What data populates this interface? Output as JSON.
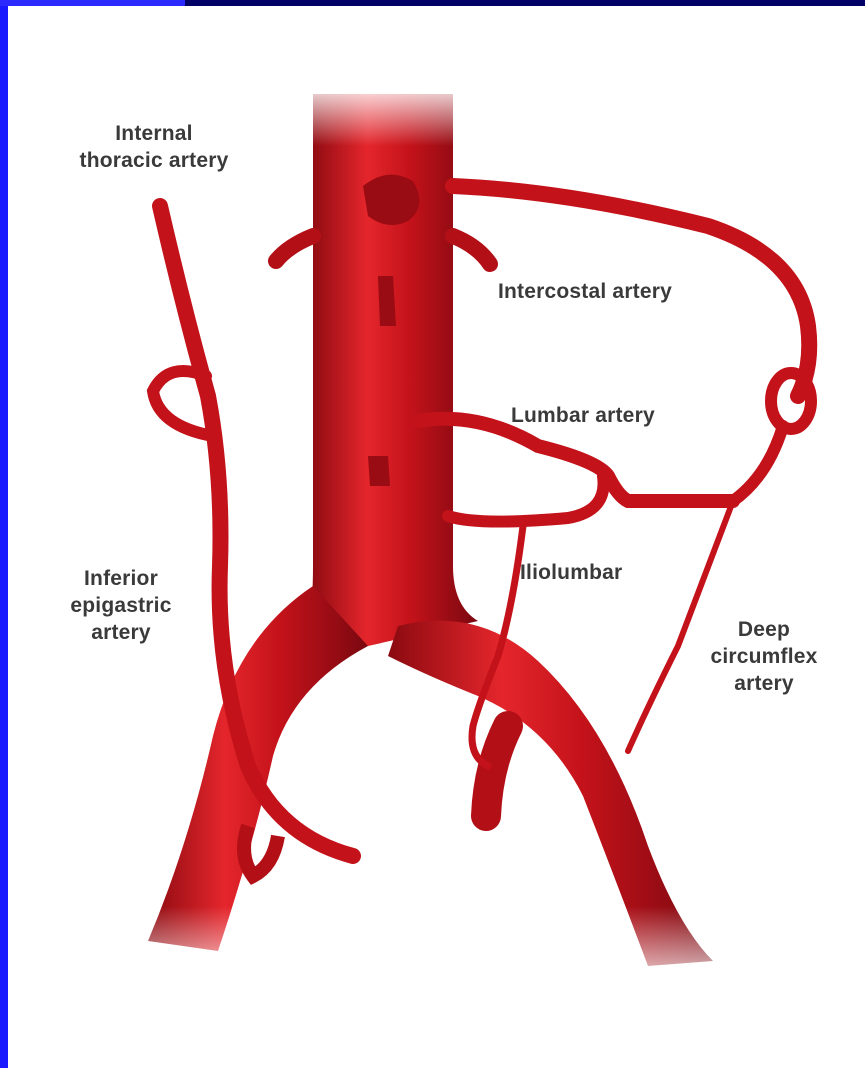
{
  "diagram": {
    "colors": {
      "artery": "#c4121a",
      "artery_highlight": "#ef3a3e",
      "artery_shadow": "#8a0a10",
      "label_text": "#3a3a3a",
      "slide_border": "#1a1aff",
      "slide_background": "#00008a",
      "panel_background": "#ffffff"
    },
    "labels": {
      "internal_thoracic": "Internal\nthoracic artery",
      "intercostal": "Intercostal artery",
      "lumbar": "Lumbar artery",
      "iliolumbar": "Iliolumbar",
      "inferior_epigastric": "Inferior\nepigastric\nartery",
      "deep_circumflex": "Deep\ncircumflex\nartery"
    }
  }
}
